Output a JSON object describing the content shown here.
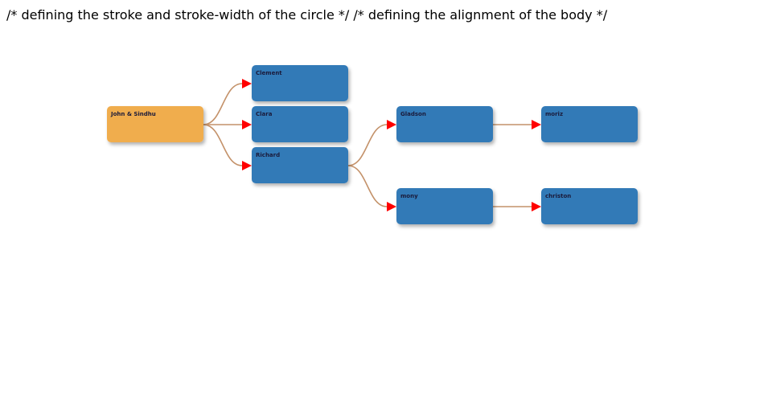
{
  "heading": "/* defining the stroke and stroke-width of the circle */ /* defining the alignment of the body */",
  "colors": {
    "root_fill": "#f0ad4e",
    "node_fill": "#337ab7",
    "link_stroke": "#c4926a",
    "arrow_fill": "#ff0000",
    "label_color": "#1a1a3a"
  },
  "tree": {
    "nodes": [
      {
        "id": "root",
        "label": "John & Sindhu",
        "is_root": true
      },
      {
        "id": "clement",
        "label": "Clement",
        "parent": "root"
      },
      {
        "id": "clara",
        "label": "Clara",
        "parent": "root"
      },
      {
        "id": "richard",
        "label": "Richard",
        "parent": "root"
      },
      {
        "id": "gladson",
        "label": "Gladson",
        "parent": "richard"
      },
      {
        "id": "mony",
        "label": "mony",
        "parent": "richard"
      },
      {
        "id": "moriz",
        "label": "moriz",
        "parent": "gladson"
      },
      {
        "id": "christon",
        "label": "christon",
        "parent": "mony"
      }
    ]
  }
}
